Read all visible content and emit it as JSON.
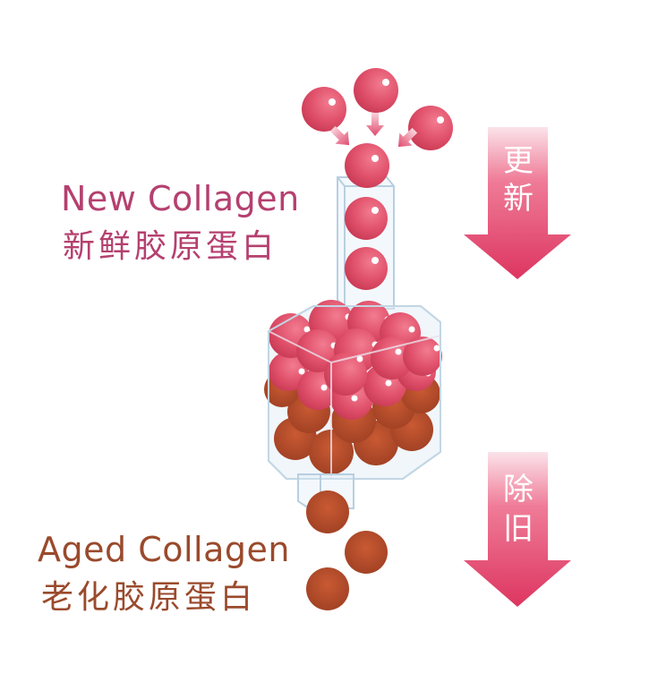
{
  "colors": {
    "new_text": "#b5406f",
    "aged_text": "#9a4a2c",
    "new_sphere": "#e0506a",
    "aged_sphere": "#b84a2a",
    "arrow": "#e0406a",
    "container_outline": "#b8cfe0"
  },
  "labels": {
    "new": {
      "en": "New Collagen",
      "zh": "新鲜胶原蛋白"
    },
    "aged": {
      "en": "Aged Collagen",
      "zh": "老化胶原蛋白"
    }
  },
  "arrows": [
    {
      "chars": [
        "更",
        "新"
      ],
      "meaning": "renew"
    },
    {
      "chars": [
        "除",
        "旧"
      ],
      "meaning": "remove old"
    }
  ]
}
